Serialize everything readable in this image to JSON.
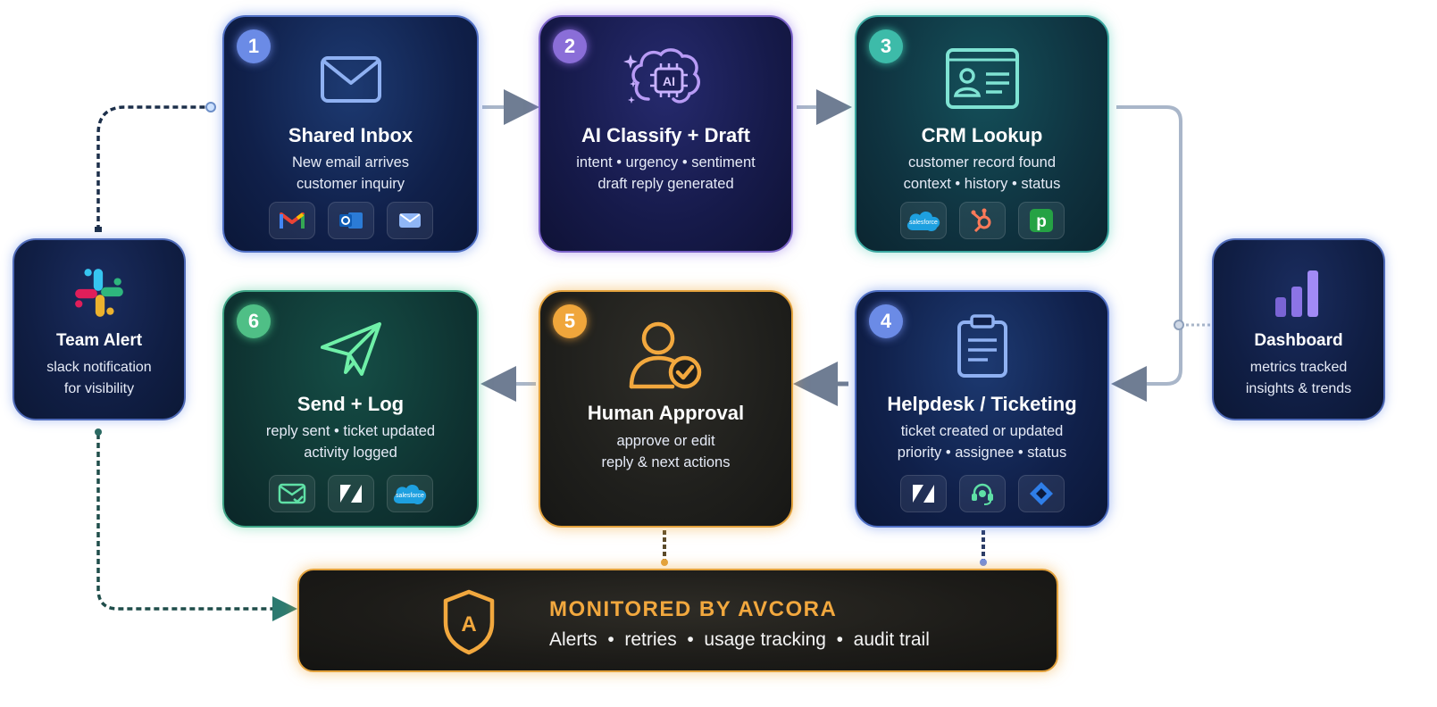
{
  "steps": [
    {
      "number": "1",
      "title": "Shared Inbox",
      "desc": [
        "New email arrives",
        "customer inquiry"
      ],
      "icon": "envelope-icon",
      "tools": [
        "gmail-icon",
        "outlook-icon",
        "mail-icon"
      ]
    },
    {
      "number": "2",
      "title": "AI Classify + Draft",
      "desc": [
        "intent • urgency • sentiment",
        "draft reply generated"
      ],
      "icon": "ai-brain-icon",
      "ai_label": "AI",
      "tools": []
    },
    {
      "number": "3",
      "title": "CRM Lookup",
      "desc": [
        "customer record found",
        "context • history • status"
      ],
      "icon": "contact-card-icon",
      "tools": [
        "salesforce-icon",
        "hubspot-icon",
        "pipedrive-icon"
      ],
      "tool_labels": {
        "salesforce": "salesforce",
        "pipedrive": "p"
      }
    },
    {
      "number": "4",
      "title": "Helpdesk / Ticketing",
      "desc": [
        "ticket created or updated",
        "priority • assignee • status"
      ],
      "icon": "clipboard-icon",
      "tools": [
        "zendesk-icon",
        "support-headset-icon",
        "jira-icon"
      ]
    },
    {
      "number": "5",
      "title": "Human Approval",
      "desc": [
        "approve or edit",
        "reply & next actions"
      ],
      "icon": "user-check-icon",
      "tools": []
    },
    {
      "number": "6",
      "title": "Send + Log",
      "desc": [
        "reply sent • ticket updated",
        "activity logged"
      ],
      "icon": "paper-plane-icon",
      "tools": [
        "mail-check-icon",
        "zendesk-icon",
        "salesforce-icon"
      ],
      "tool_labels": {
        "salesforce": "salesforce"
      }
    }
  ],
  "team_alert": {
    "title": "Team Alert",
    "desc": [
      "slack notification",
      "for visibility"
    ],
    "icon": "slack-icon"
  },
  "dashboard": {
    "title": "Dashboard",
    "desc": [
      "metrics tracked",
      "insights & trends"
    ],
    "icon": "bar-chart-icon"
  },
  "banner": {
    "title": "MONITORED BY AVCORA",
    "subtitle": "Alerts  •  retries  •  usage tracking  •  audit trail",
    "icon": "shield-a-icon",
    "shield_letter": "A"
  },
  "colors": {
    "blue": "#6b8be6",
    "purple": "#8a6ed8",
    "teal": "#3dbba9",
    "green": "#4fbf86",
    "gold": "#f0a63b",
    "connector": "#a9b6c9"
  }
}
